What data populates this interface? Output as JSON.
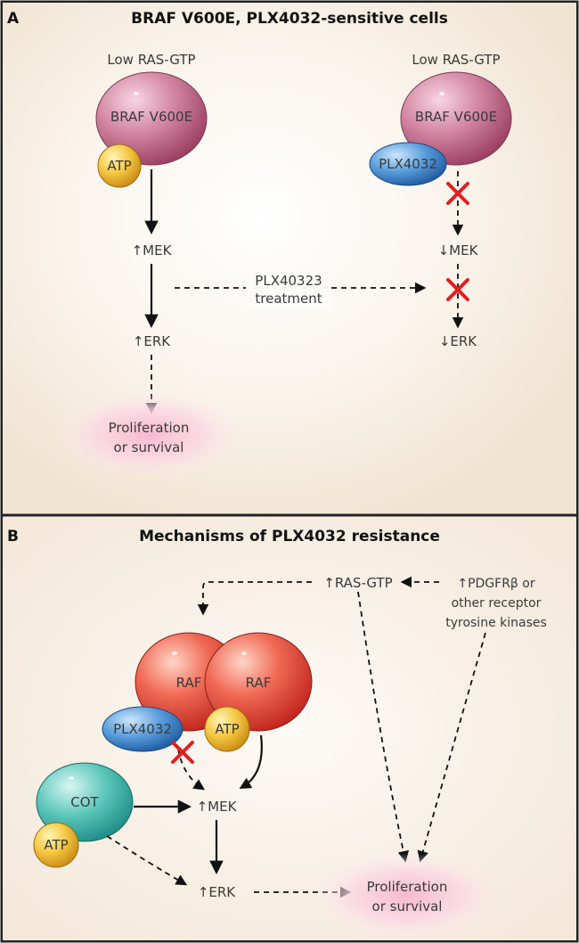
{
  "panel_a": {
    "letter": "A",
    "title": "BRAF V600E, PLX4032-sensitive cells",
    "left": {
      "ras_label": "Low RAS-GTP",
      "braf_label": "BRAF V600E",
      "atp_label": "ATP",
      "mek_label": "↑MEK",
      "erk_label": "↑ERK",
      "outcome_line1": "Proliferation",
      "outcome_line2": "or survival"
    },
    "right": {
      "ras_label": "Low RAS-GTP",
      "braf_label": "BRAF V600E",
      "drug_label": "PLX4032",
      "mek_label": "↓MEK",
      "erk_label": "↓ERK"
    },
    "treatment_line1": "PLX40323",
    "treatment_line2": "treatment"
  },
  "panel_b": {
    "letter": "B",
    "title": "Mechanisms of PLX4032 resistance",
    "ras_label": "↑RAS-GTP",
    "receptor_line1": "↑PDGFRβ or",
    "receptor_line2": "other receptor",
    "receptor_line3": "tyrosine kinases",
    "raf1_label": "RAF",
    "raf2_label": "RAF",
    "drug_label": "PLX4032",
    "atp_raf_label": "ATP",
    "cot_label": "COT",
    "atp_cot_label": "ATP",
    "mek_label": "↑MEK",
    "erk_label": "↑ERK",
    "outcome_line1": "Proliferation",
    "outcome_line2": "or survival"
  }
}
